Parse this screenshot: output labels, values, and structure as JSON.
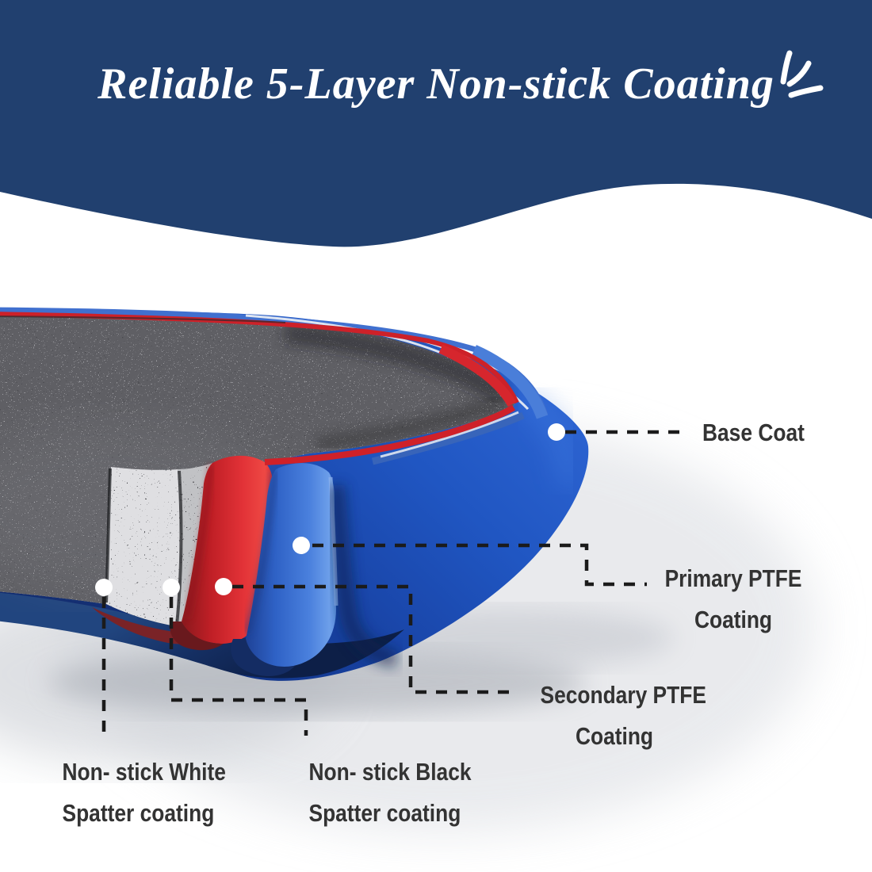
{
  "header": {
    "title": "Reliable 5-Layer Non-stick Coating",
    "background_color": "#21406f",
    "text_color": "#ffffff"
  },
  "diagram": {
    "connector_color": "#1b1b1b",
    "marker_dot_color": "#ffffff",
    "label_text_color": "#333333",
    "labels": {
      "base_coat": {
        "text": "Base Coat"
      },
      "primary_ptfe": {
        "line1": "Primary PTFE",
        "line2": "Coating"
      },
      "secondary_ptfe": {
        "line1": "Secondary PTFE",
        "line2": "Coating"
      },
      "white_spatter": {
        "line1": "Non- stick White",
        "line2": "Spatter coating"
      },
      "black_spatter": {
        "line1": "Non- stick Black",
        "line2": "Spatter coating"
      }
    },
    "layer_colors": {
      "base_coat_blue": "#1d4db3",
      "primary_ptfe_blue": "#3f74d1",
      "secondary_ptfe_red": "#d42127",
      "black_spatter_gray": "#28292d",
      "white_spatter_gray": "#55565a",
      "pan_underside_navy": "#16306b"
    }
  }
}
